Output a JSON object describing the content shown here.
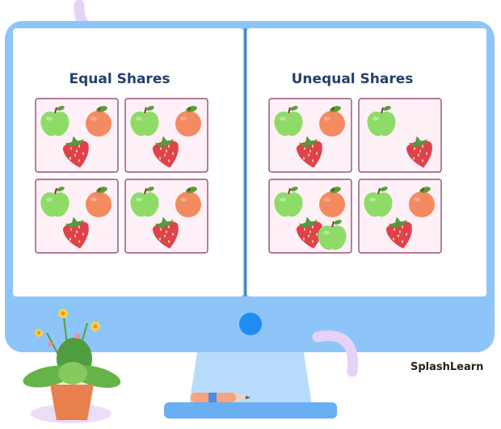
{
  "panels": {
    "equal_title": "Equal Shares",
    "unequal_title": "Unequal Shares"
  },
  "groups": {
    "equal": [
      [
        "green-apple",
        "orange",
        "strawberry"
      ],
      [
        "green-apple",
        "orange",
        "strawberry"
      ],
      [
        "green-apple",
        "orange",
        "strawberry"
      ],
      [
        "green-apple",
        "orange",
        "strawberry"
      ]
    ],
    "unequal": [
      [
        "green-apple",
        "orange",
        "strawberry"
      ],
      [
        "green-apple",
        "strawberry"
      ],
      [
        "green-apple",
        "orange",
        "strawberry",
        "green-apple"
      ],
      [
        "green-apple",
        "orange",
        "strawberry"
      ]
    ]
  },
  "brand": {
    "text": "SplashLearn"
  },
  "colors": {
    "monitor_frame": "#8ec5f8",
    "screen": "#ffffff",
    "divider": "#3e6f9f",
    "box_fill": "#fdf0f7",
    "box_stroke": "#8a2f5b",
    "title": "#24406b",
    "green_apple": "#8edb68",
    "orange": "#f48a5f",
    "strawberry": "#e0424c",
    "power_button": "#1f8cf0",
    "stand": "#b7dcfb",
    "base": "#6aaef3",
    "pot": "#e8804e",
    "accent_shape": "#e6d1f7"
  }
}
